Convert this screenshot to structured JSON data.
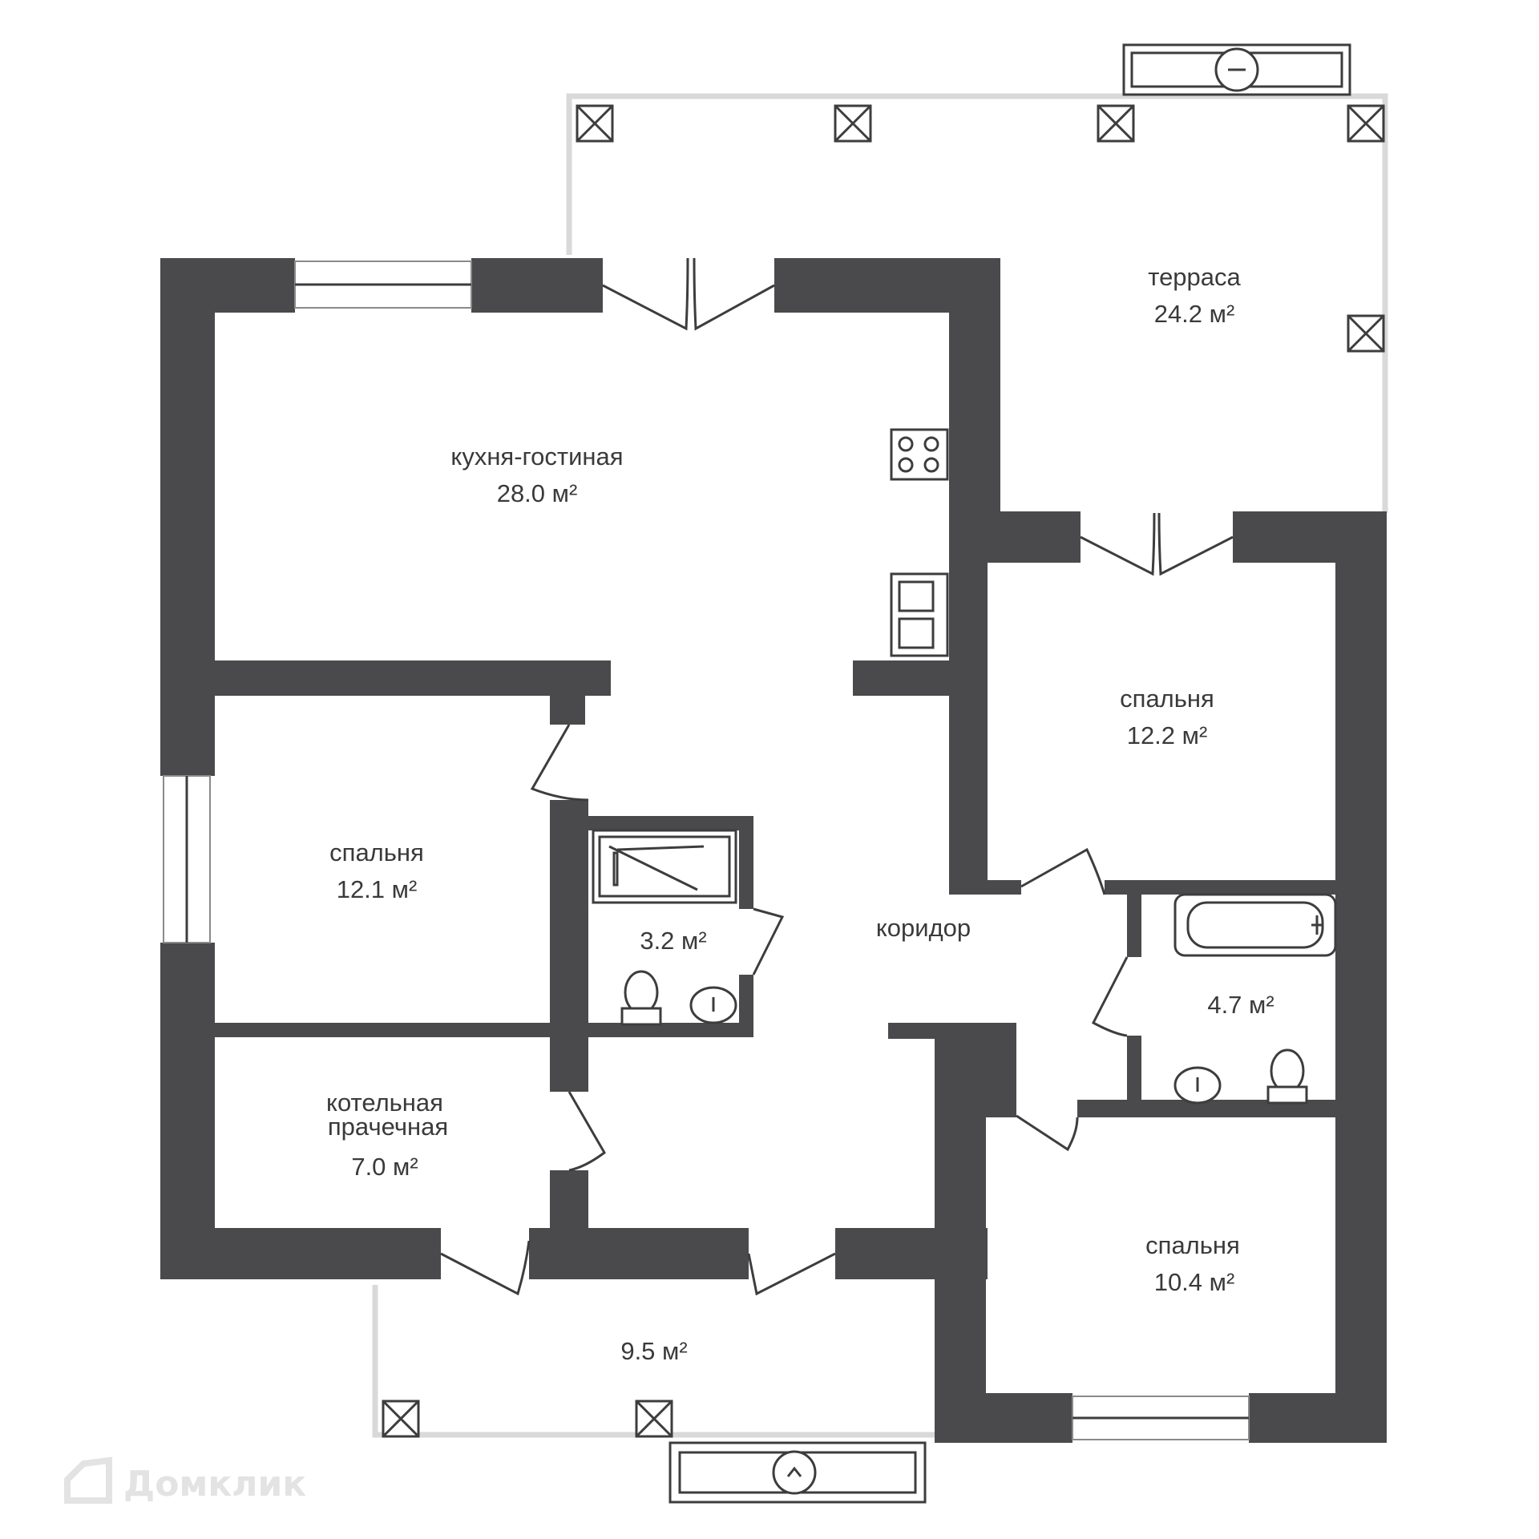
{
  "watermark": {
    "brand": "Домклик",
    "icon": "house-icon"
  },
  "rooms": {
    "terrace": {
      "name": "терраса",
      "area": "24.2 м²"
    },
    "kitchen_living": {
      "name": "кухня-гостиная",
      "area": "28.0 м²"
    },
    "bedroom_right_top": {
      "name": "спальня",
      "area": "12.2 м²"
    },
    "bedroom_left": {
      "name": "спальня",
      "area": "12.1 м²"
    },
    "bathroom_small": {
      "area": "3.2 м²"
    },
    "corridor": {
      "name": "коридор"
    },
    "bathroom_right": {
      "area": "4.7 м²"
    },
    "boiler_laundry": {
      "name_line1": "котельная",
      "name_line2": "прачечная",
      "area": "7.0 м²"
    },
    "bedroom_right_bottom": {
      "name": "спальня",
      "area": "10.4 м²"
    },
    "porch": {
      "area": "9.5 м²"
    }
  },
  "colors": {
    "wall": "#4a4a4c",
    "background": "#ffffff",
    "text": "#3a3a3a"
  }
}
